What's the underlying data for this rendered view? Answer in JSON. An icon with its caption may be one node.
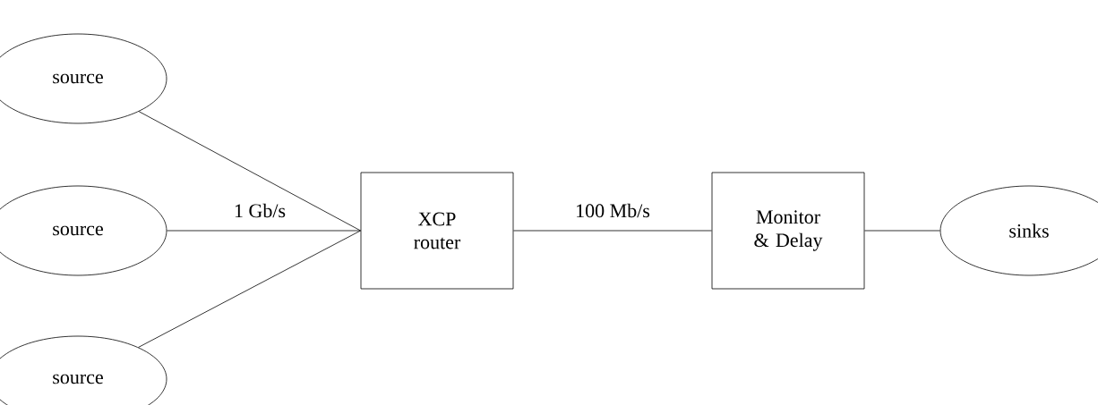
{
  "diagram": {
    "nodes": [
      {
        "text": [
          "source"
        ]
      },
      {
        "text": [
          "source"
        ]
      },
      {
        "text": [
          "source"
        ]
      },
      {
        "text": [
          "XCP router"
        ]
      },
      {
        "text": [
          "Monitor & Delay"
        ]
      },
      {
        "text": [
          "sinks"
        ]
      }
    ],
    "edges": [
      {
        "from": 0,
        "to": 3,
        "arrow": "none"
      },
      {
        "from": 1,
        "to": 3,
        "arrow": "none",
        "label": "1 Gb/s"
      },
      {
        "from": 2,
        "to": 3,
        "arrow": "none"
      },
      {
        "from": 3,
        "to": 4,
        "arrow": "none",
        "label": "100 Mb/s"
      },
      {
        "from": 4,
        "to": 5,
        "arrow": "none"
      }
    ]
  }
}
